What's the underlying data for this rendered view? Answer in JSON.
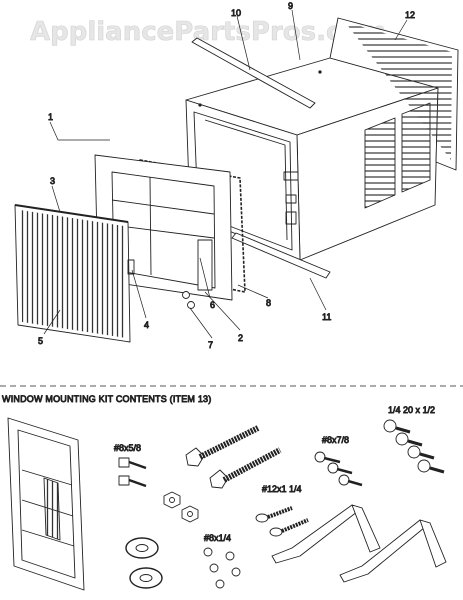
{
  "watermark": "AppliancePartsPros.com",
  "section_title": "WINDOW MOUNTING KIT CONTENTS (ITEM 13)",
  "callouts": {
    "c1": "1",
    "c2": "2",
    "c3": "3",
    "c4": "4",
    "c5": "5",
    "c6": "6",
    "c7": "7",
    "c8": "8",
    "c9": "9",
    "c10": "10",
    "c11": "11",
    "c12": "12"
  },
  "kit_labels": {
    "screw_8x5_8": "#8x5/8",
    "screw_8x7_8": "#8x7/8",
    "screw_quarter_20": "1/4 20 x 1/2",
    "screw_12x1_1_4": "#12x1 1/4",
    "screw_8x1_4": "#8x1/4"
  }
}
